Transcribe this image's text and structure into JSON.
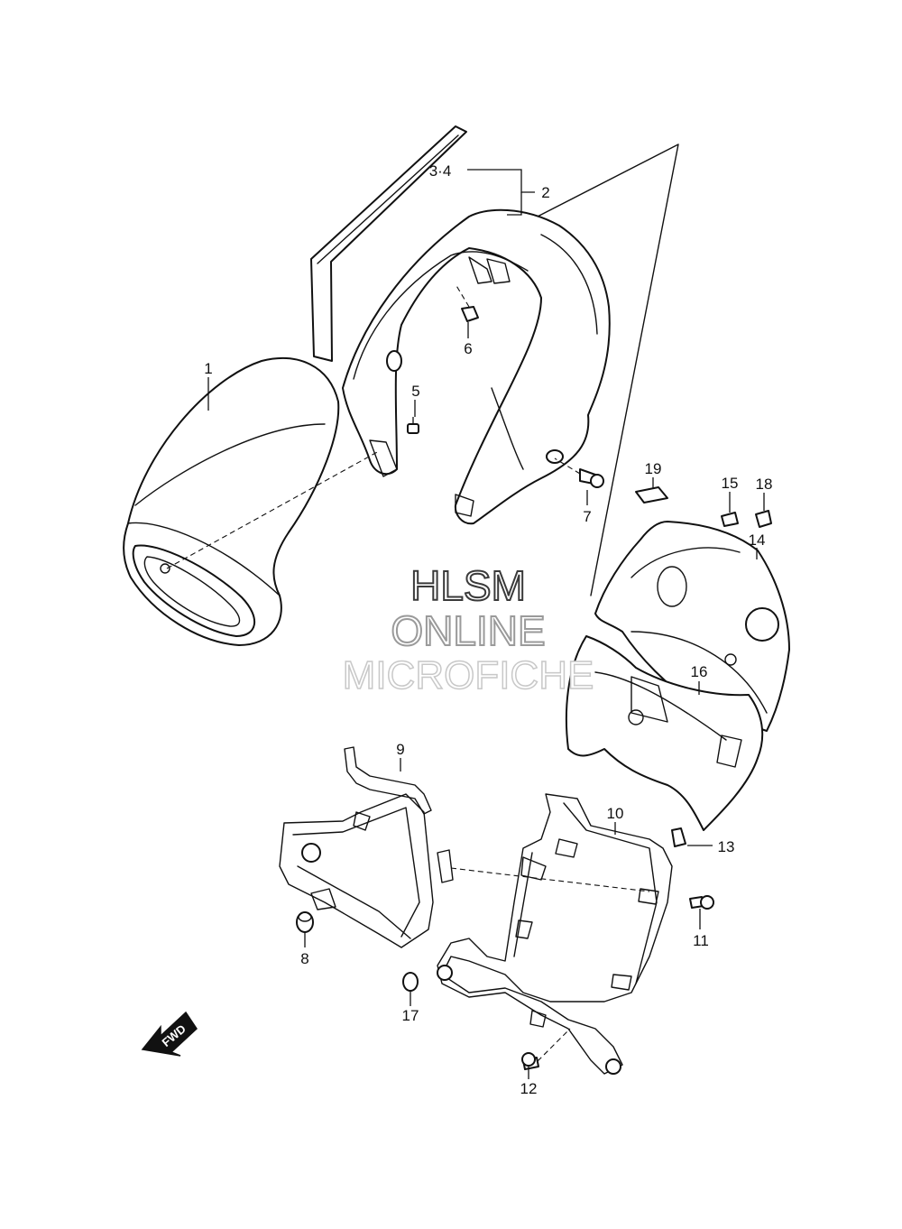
{
  "watermark": {
    "line1": "HLSM",
    "line2": "ONLINE",
    "line3": "MICROFICHE"
  },
  "direction_arrow": {
    "label": "FWD"
  },
  "callouts": {
    "c1": "1",
    "c2": "2",
    "c34": "3·4",
    "c5": "5",
    "c6": "6",
    "c7": "7",
    "c8": "8",
    "c9": "9",
    "c10": "10",
    "c11": "11",
    "c12": "12",
    "c13": "13",
    "c14": "14",
    "c15": "15",
    "c16": "16",
    "c17": "17",
    "c18": "18",
    "c19": "19"
  }
}
